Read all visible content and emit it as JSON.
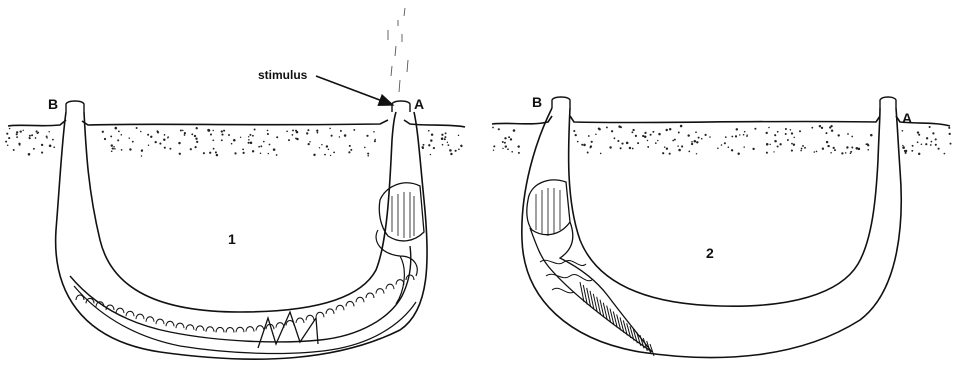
{
  "panels": [
    {
      "number": "1",
      "left_opening": "B",
      "right_opening": "A"
    },
    {
      "number": "2",
      "left_opening": "B",
      "right_opening": "A"
    }
  ],
  "annotation": {
    "text": "stimulus"
  },
  "colors": {
    "ink": "#111111",
    "background": "#ffffff"
  }
}
